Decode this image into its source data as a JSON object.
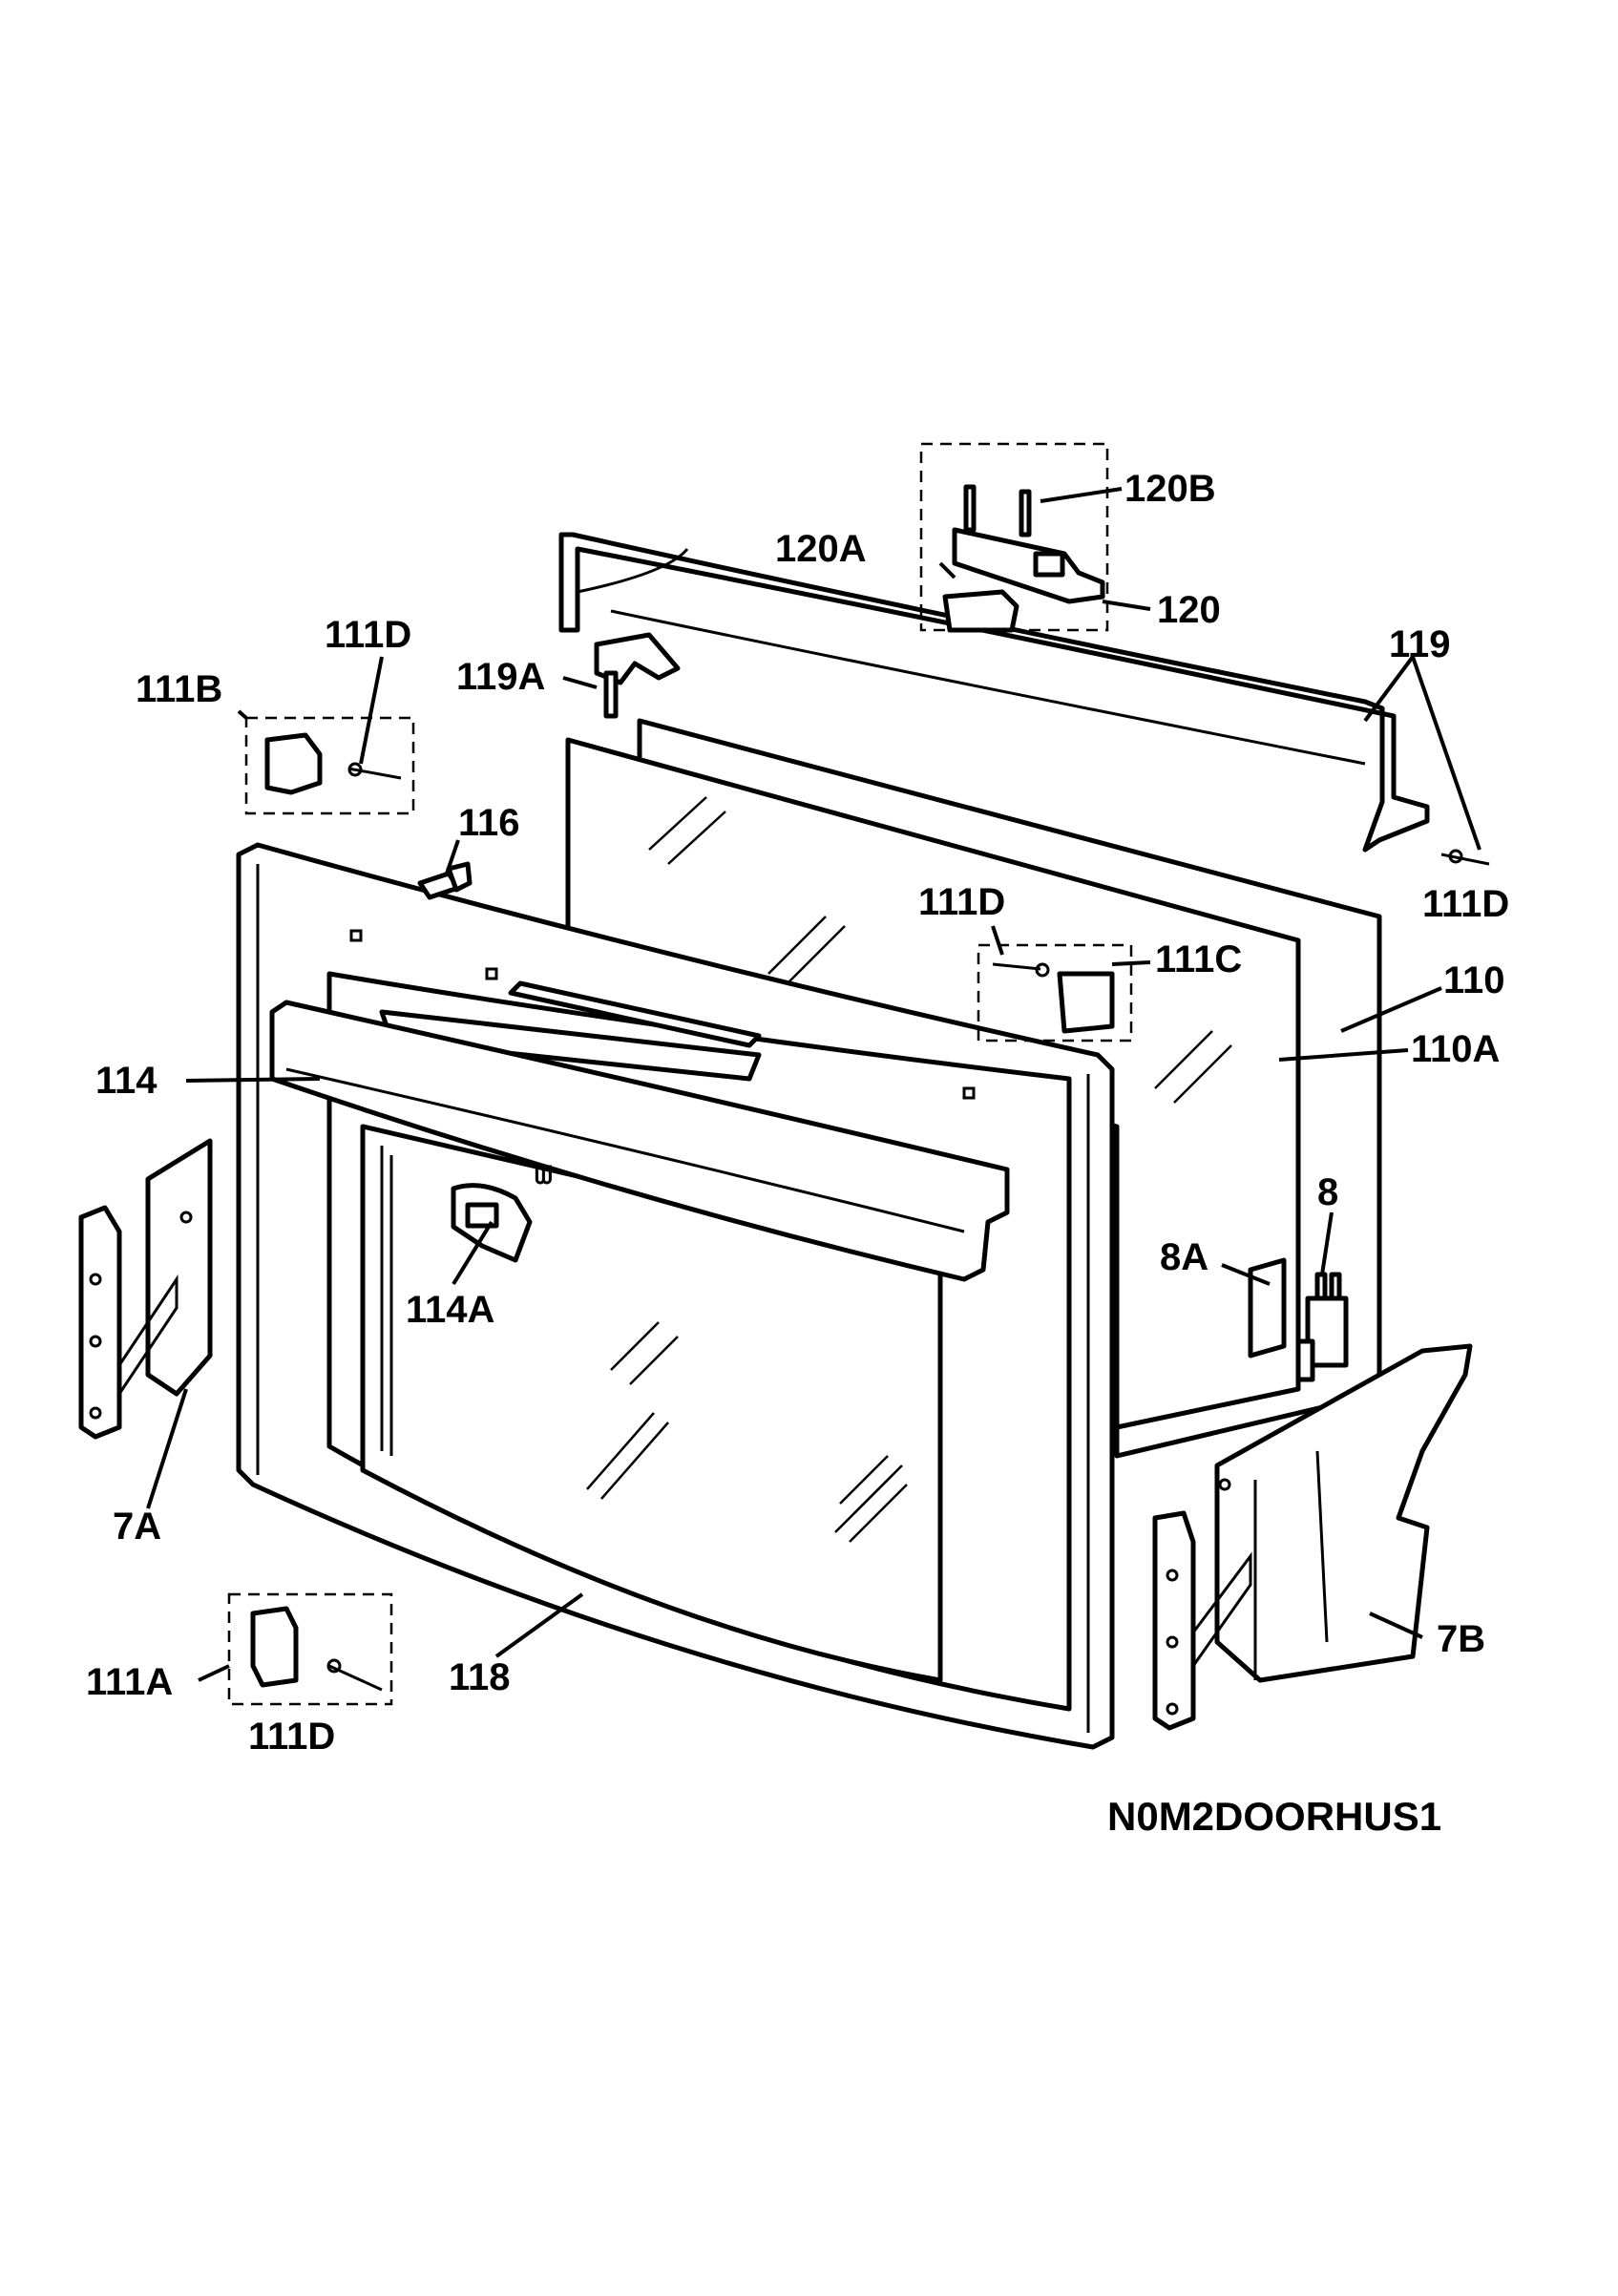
{
  "diagram": {
    "labels": {
      "l120B": "120B",
      "l120A": "120A",
      "l120": "120",
      "l119": "119",
      "l119A": "119A",
      "l111D_top": "111D",
      "l111B": "111B",
      "l116": "116",
      "l111D_right": "111D",
      "l111D_mid": "111D",
      "l111C": "111C",
      "l110": "110",
      "l110A": "110A",
      "l114": "114",
      "l114A": "114A",
      "l8": "8",
      "l8A": "8A",
      "l7A": "7A",
      "l7B": "7B",
      "l111A": "111A",
      "l111D_bottom": "111D",
      "l118": "118"
    },
    "code": "N0M2DOORHUS1"
  }
}
